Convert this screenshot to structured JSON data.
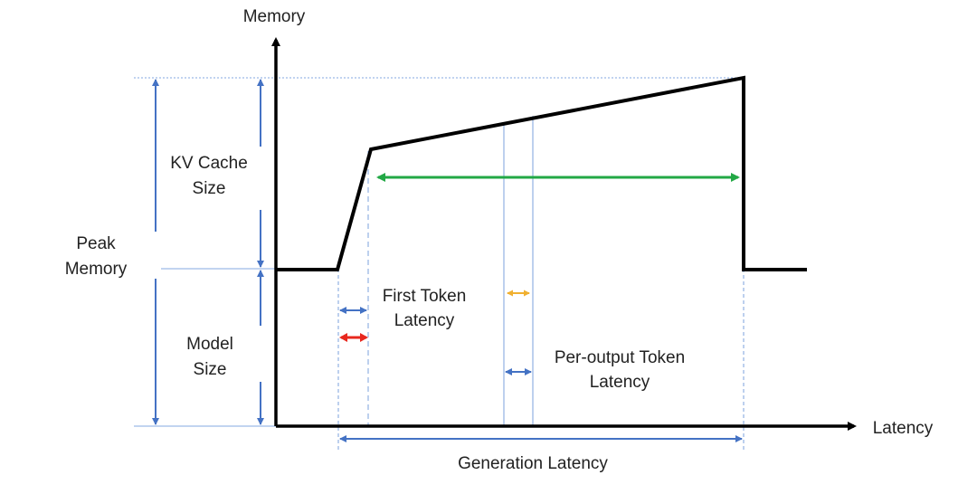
{
  "axes": {
    "y_label": "Memory",
    "x_label": "Latency"
  },
  "labels": {
    "kv_cache": [
      "KV Cache",
      "Size"
    ],
    "peak_memory": [
      "Peak",
      "Memory"
    ],
    "model_size": [
      "Model",
      "Size"
    ],
    "first_token_latency": [
      "First Token",
      "Latency"
    ],
    "per_output_token_latency": [
      "Per-output Token",
      "Latency"
    ],
    "generation_latency": "Generation Latency"
  },
  "colors": {
    "memory_curve": "#000000",
    "dimension_blue": "#4472c4",
    "guide_blue": "#5b8bd6",
    "green_arrow": "#22a845",
    "red_arrow": "#e8281e",
    "orange_arrow": "#f0b030"
  }
}
